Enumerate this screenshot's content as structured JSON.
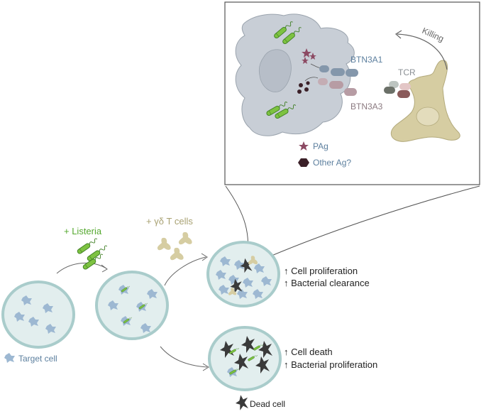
{
  "labels": {
    "listeria": "+ Listeria",
    "gd_t_cells": "+ γδ T cells",
    "target_cell": "Target cell",
    "dead_cell": "Dead cell",
    "proliferation": "↑ Cell proliferation",
    "clearance": "↑ Bacterial clearance",
    "cell_death": "↑ Cell death",
    "bact_prolif": "↑ Bacterial proliferation"
  },
  "inset": {
    "killing": "Killing",
    "btn3a1": "BTN3A1",
    "btn3a3": "BTN3A3",
    "tcr": "TCR",
    "pag": "PAg",
    "other_ag": "Other Ag?"
  },
  "colors": {
    "dish_fill": "#e2eeee",
    "dish_ring": "#a9cccb",
    "target_cell": "#9db8d2",
    "bacteria": "#7dc241",
    "bacteria_dark": "#3d7d22",
    "gd_cell": "#d6cda2",
    "dead_cell": "#3a3a3a",
    "listeria_text": "#54a82e",
    "gd_text": "#a8a172",
    "blue_text": "#5c7f9e",
    "host_cell": "#c8ced6",
    "pag": "#8c4a63",
    "other_ag": "#3b2028"
  }
}
